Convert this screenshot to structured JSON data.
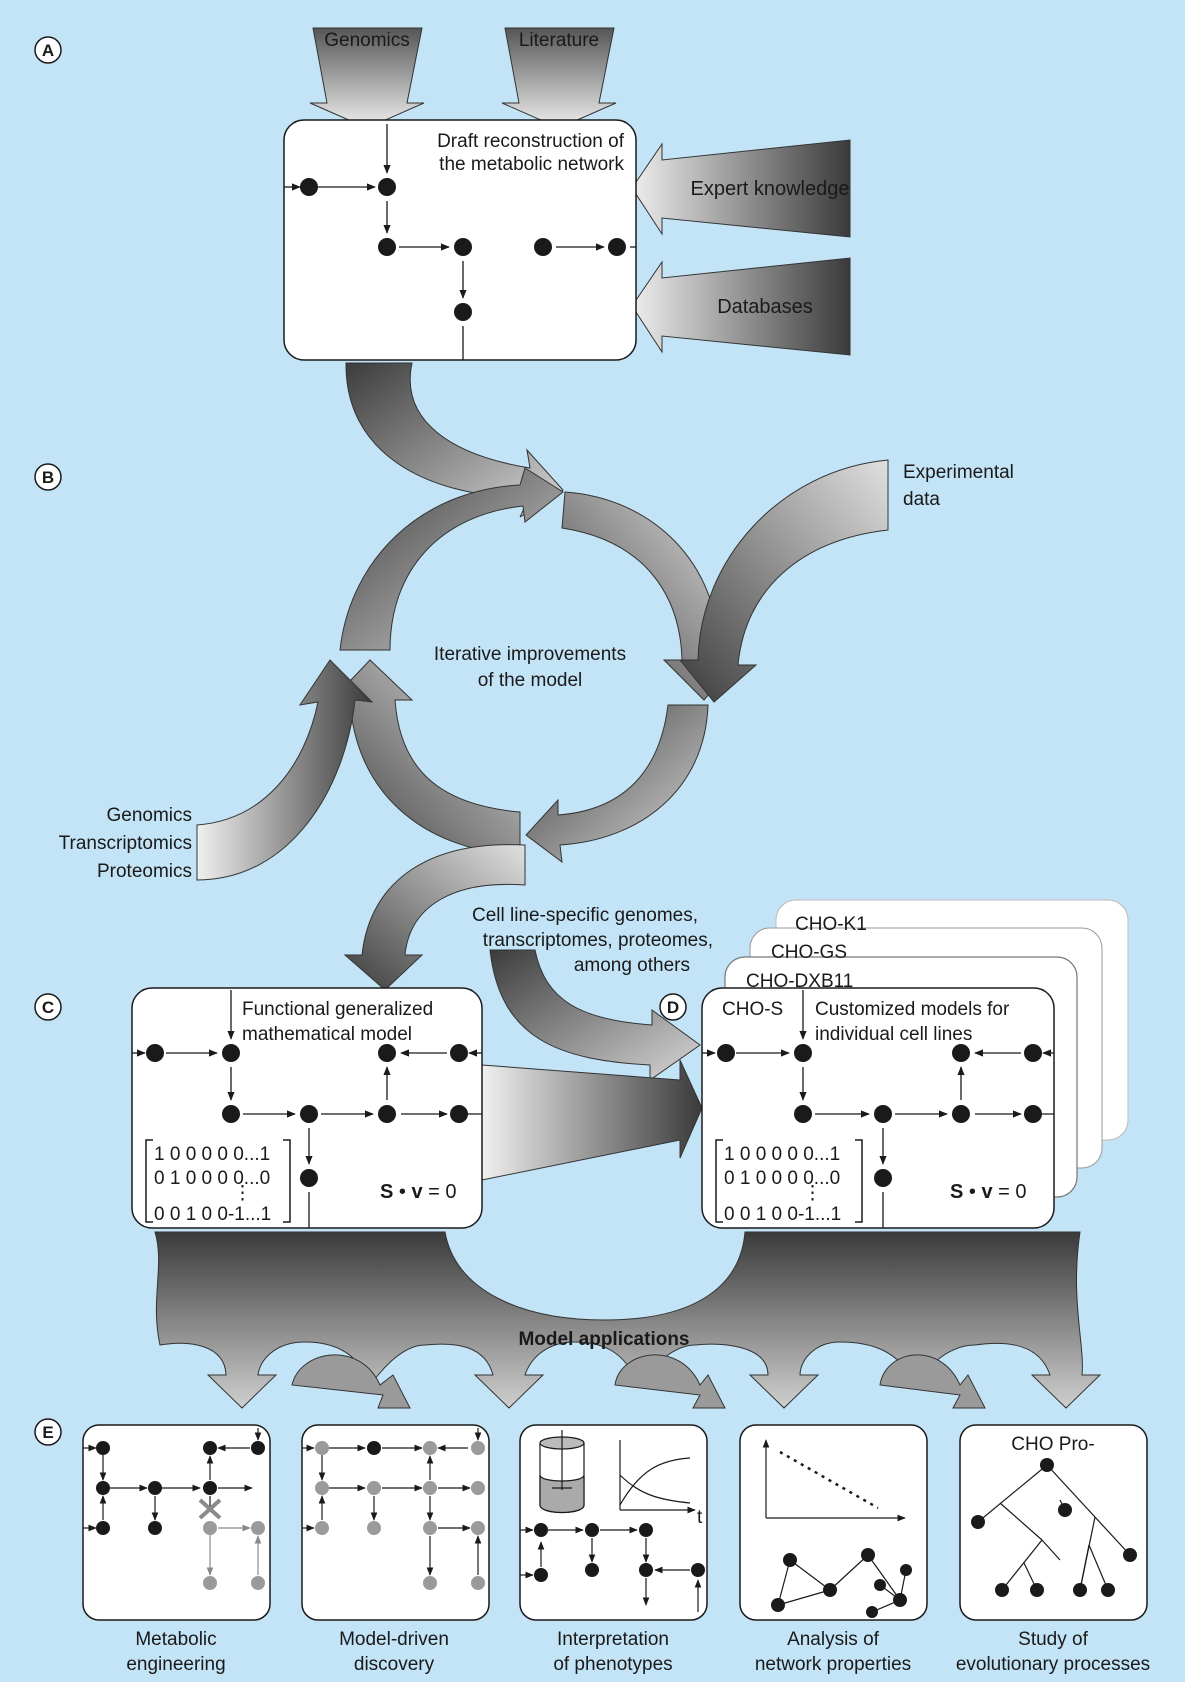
{
  "panels": {
    "a": "A",
    "b": "B",
    "c": "C",
    "d": "D",
    "e": "E"
  },
  "section_a": {
    "inputs": [
      "Genomics",
      "Literature",
      "Expert knowledge",
      "Databases"
    ],
    "box_title": [
      "Draft reconstruction of",
      "the metabolic network"
    ]
  },
  "section_b": {
    "cycle_label": [
      "Iterative improvements",
      "of the model"
    ],
    "experimental_data": [
      "Experimental",
      "data"
    ],
    "omics": [
      "Genomics",
      "Transcriptomics",
      "Proteomics"
    ]
  },
  "cell_line_label": [
    "Cell line-specific genomes,",
    "transcriptomes, proteomes,",
    "among others"
  ],
  "section_c": {
    "box_title": [
      "Functional generalized",
      "mathematical model"
    ],
    "matrix_rows": [
      "1 0 0 0 0 0...1",
      "0 1 0 0 0 0...0",
      "⋮",
      "0 0 1 0 0-1...1"
    ],
    "equation": {
      "s": "S",
      "dot": "•",
      "v": "v",
      "rest": "= 0"
    }
  },
  "section_d": {
    "cell_lines": [
      "CHO-K1",
      "CHO-GS",
      "CHO-DXB11",
      "CHO-S"
    ],
    "box_title": [
      "Customized models for",
      "individual cell lines"
    ],
    "matrix_rows": [
      "1 0 0 0 0 0...1",
      "0 1 0 0 0 0...0",
      "⋮",
      "0 0 1 0 0-1...1"
    ],
    "equation": {
      "s": "S",
      "dot": "•",
      "v": "v",
      "rest": "= 0"
    }
  },
  "model_applications": "Model applications",
  "applications": [
    {
      "line1": "Metabolic",
      "line2": "engineering"
    },
    {
      "line1": "Model-driven",
      "line2": "discovery"
    },
    {
      "line1": "Interpretation",
      "line2": "of phenotypes"
    },
    {
      "line1": "Analysis of",
      "line2": "network properties"
    },
    {
      "line1": "Study of",
      "line2": "evolutionary processes"
    }
  ],
  "app_details": {
    "time_axis": "t",
    "tree_title": "CHO Pro-"
  },
  "colors": {
    "background": "#c3e3f6",
    "box_fill": "#ffffff",
    "node": "#1a1a1a",
    "gray_node": "#9a9a9a",
    "arrow_dark": "#3a3a3a",
    "arrow_light": "#e8e8e8"
  }
}
